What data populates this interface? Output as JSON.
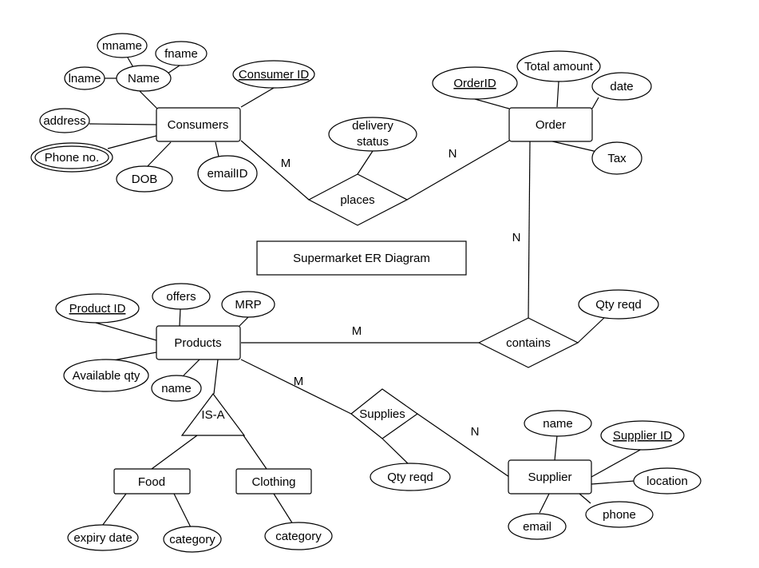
{
  "title": "Supermarket ER Diagram",
  "entities": {
    "consumers": "Consumers",
    "order": "Order",
    "products": "Products",
    "supplier": "Supplier",
    "food": "Food",
    "clothing": "Clothing"
  },
  "relationships": {
    "places": "places",
    "contains": "contains",
    "supplies": "Supplies",
    "is_a": "IS-A"
  },
  "attributes": {
    "mname": "mname",
    "fname": "fname",
    "lname": "lname",
    "name_composite": "Name",
    "consumer_id": "Consumer ID",
    "address": "address",
    "phone_no": "Phone no.",
    "dob": "DOB",
    "email_id": "emailID",
    "delivery_status_line1": "delivery",
    "delivery_status_line2": "status",
    "order_id": "OrderID",
    "total_amount": "Total amount",
    "date": "date",
    "tax": "Tax",
    "contains_qty": "Qty reqd",
    "product_id": "Product ID",
    "offers": "offers",
    "mrp": "MRP",
    "available_qty": "Available qty",
    "product_name": "name",
    "supplies_qty": "Qty reqd",
    "supplier_name": "name",
    "supplier_id": "Supplier ID",
    "location": "location",
    "phone": "phone",
    "email": "email",
    "expiry_date": "expiry date",
    "food_category": "category",
    "clothing_category": "category"
  },
  "cardinalities": {
    "places_consumers": "M",
    "places_order": "N",
    "contains_order": "N",
    "contains_products": "M",
    "supplies_products": "M",
    "supplies_supplier": "N"
  }
}
